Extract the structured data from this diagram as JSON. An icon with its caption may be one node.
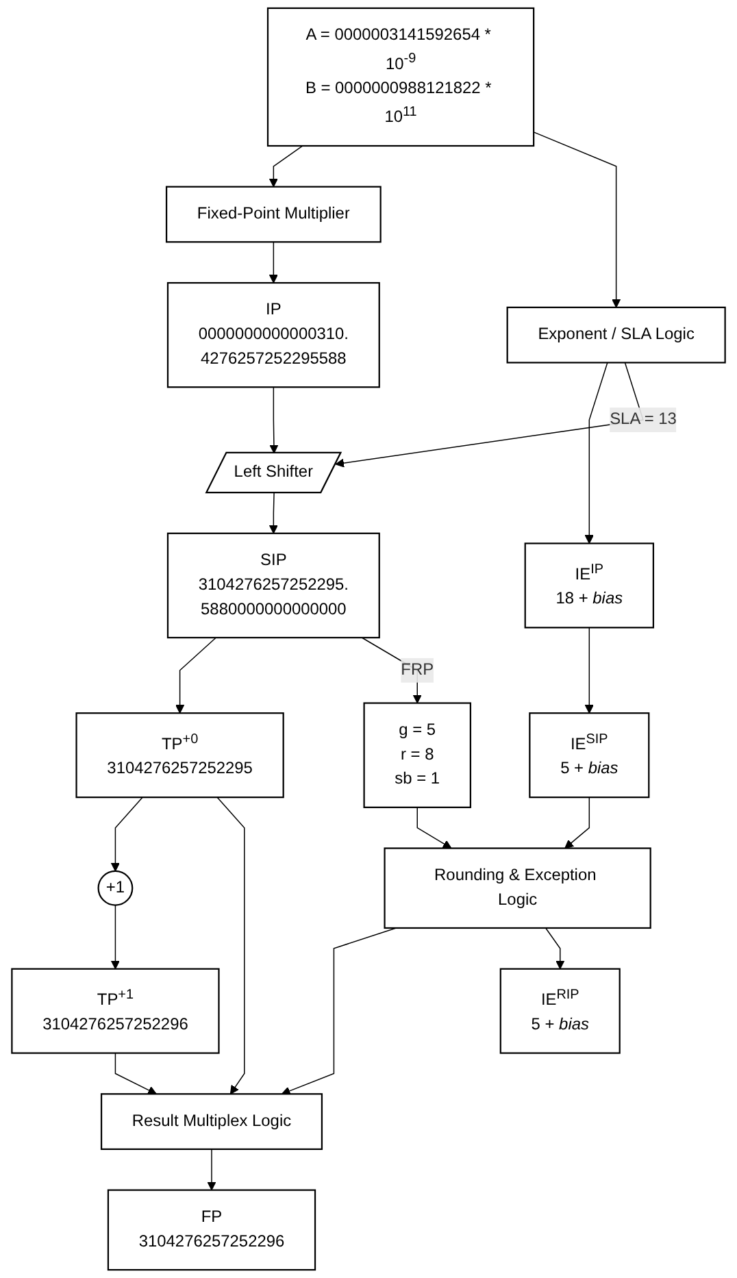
{
  "diagram": {
    "nodes": [
      {
        "text": [
          "A = 0000003141592654 * 10$^{-9}$",
          "B = 0000000988121822 * 10$^{11}$"
        ]
      },
      {
        "text": [
          "Fixed-Point Multiplier"
        ]
      },
      {
        "text": [
          "Exponent / SLA Logic"
        ]
      },
      {
        "text": [
          "IP",
          "0000000000000310.",
          "4276257252295588"
        ]
      },
      {
        "text": [
          "IE$^{IP}$",
          "18 + *bias*"
        ]
      },
      {
        "text": [
          "Left Shifter"
        ]
      },
      {
        "text": [
          "SIP",
          "3104276257252295.",
          "5880000000000000"
        ]
      },
      {
        "text": [
          "IE$^{SIP}$",
          "5 + *bias*"
        ]
      },
      {
        "text": [
          "TP$^{+0}$",
          "3104276257252295"
        ]
      },
      {
        "text": [
          "g = 5",
          "r = 8",
          "sb = 1"
        ]
      },
      {
        "text": [
          "+1"
        ]
      },
      {
        "text": [
          "TP$^{+1}$",
          "3104276257252296"
        ]
      },
      {
        "text": [
          "Result Multiplex Logic"
        ]
      },
      {
        "text": [
          "Rounding & Exception Logic"
        ]
      },
      {
        "text": [
          "FP",
          "3104276257252296"
        ]
      },
      {
        "text": [
          "IE$^{RIP}$",
          "5 + *bias*"
        ]
      }
    ],
    "edges": [
      {
        "from": 0,
        "to": 1,
        "arrow": "to"
      },
      {
        "from": 0,
        "to": 2,
        "arrow": "to"
      },
      {
        "from": 1,
        "to": 3,
        "arrow": "to"
      },
      {
        "from": 2,
        "to": 4,
        "arrow": "to"
      },
      {
        "from": 3,
        "to": 5,
        "arrow": "to"
      },
      {
        "from": 2,
        "to": 5,
        "label": "SLA = 13",
        "arrow": "to"
      },
      {
        "from": 5,
        "to": 6,
        "arrow": "to"
      },
      {
        "from": 4,
        "to": 7,
        "arrow": "to"
      },
      {
        "from": 6,
        "to": 8,
        "arrow": "to"
      },
      {
        "from": 6,
        "to": 9,
        "label": "FRP",
        "arrow": "to"
      },
      {
        "from": 8,
        "to": 10,
        "arrow": "to"
      },
      {
        "from": 8,
        "to": 12,
        "arrow": "to"
      },
      {
        "from": 10,
        "to": 11,
        "arrow": "to"
      },
      {
        "from": 11,
        "to": 12,
        "arrow": "to"
      },
      {
        "from": 7,
        "to": 13,
        "arrow": "to"
      },
      {
        "from": 9,
        "to": 13,
        "arrow": "to"
      },
      {
        "from": 13,
        "to": 12,
        "arrow": "to"
      },
      {
        "from": 12,
        "to": 14,
        "arrow": "to"
      },
      {
        "from": 13,
        "to": 15,
        "arrow": "to"
      }
    ]
  }
}
